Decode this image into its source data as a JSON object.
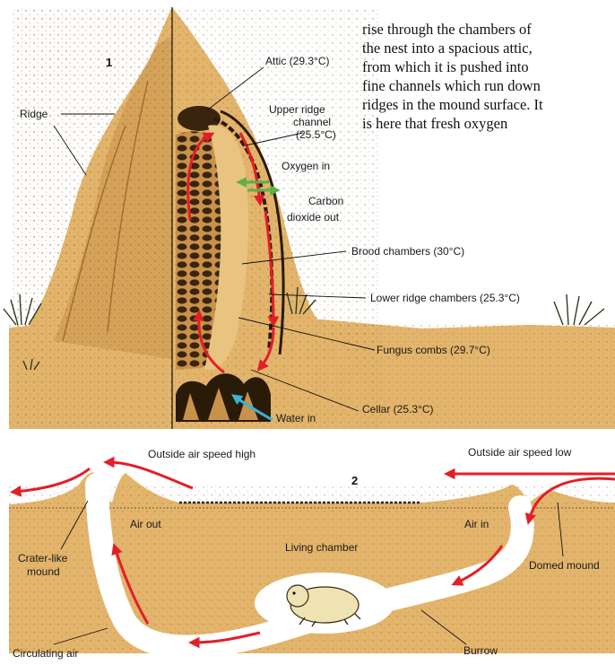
{
  "passage": "rise through the chambers of\nthe nest into a spacious attic,\nfrom which it is pushed into\nfine channels which run down\nridges in the mound surface. It\nis here that fresh oxygen",
  "figure1": {
    "number": "1",
    "labels": {
      "ridge": "Ridge",
      "attic": "Attic (29.3°C)",
      "upper_ridge_1": "Upper ridge",
      "upper_ridge_2": "channel",
      "upper_ridge_3": "(25.5°C)",
      "oxygen_in": "Oxygen in",
      "co2_1": "Carbon",
      "co2_2": "dioxide out",
      "brood": "Brood chambers (30°C)",
      "lower_ridge": "Lower ridge chambers (25.3°C)",
      "fungus": "Fungus combs (29.7°C)",
      "cellar": "Cellar (25.3°C)",
      "water_in": "Water in"
    }
  },
  "figure2": {
    "number": "2",
    "labels": {
      "air_speed_high": "Outside air speed high",
      "air_speed_low": "Outside air speed low",
      "air_out": "Air out",
      "air_in": "Air in",
      "crater_1": "Crater-like",
      "crater_2": "mound",
      "living_chamber": "Living chamber",
      "domed_mound": "Domed mound",
      "circulating_air": "Circulating air",
      "burrow": "Burrow"
    }
  },
  "colors": {
    "soil": "#e3b56c",
    "soil_dark": "#c8924a",
    "air_arrow": "#e41e26",
    "oxygen_arrow": "#5bb04a",
    "water_arrow": "#39b3d6",
    "tunnel": "#ffffff",
    "animal": "#efe3b4"
  },
  "icons": [
    "red-airflow-arrow",
    "green-gas-arrow",
    "blue-water-arrow",
    "mole-rat-figure",
    "grass-tuft"
  ]
}
